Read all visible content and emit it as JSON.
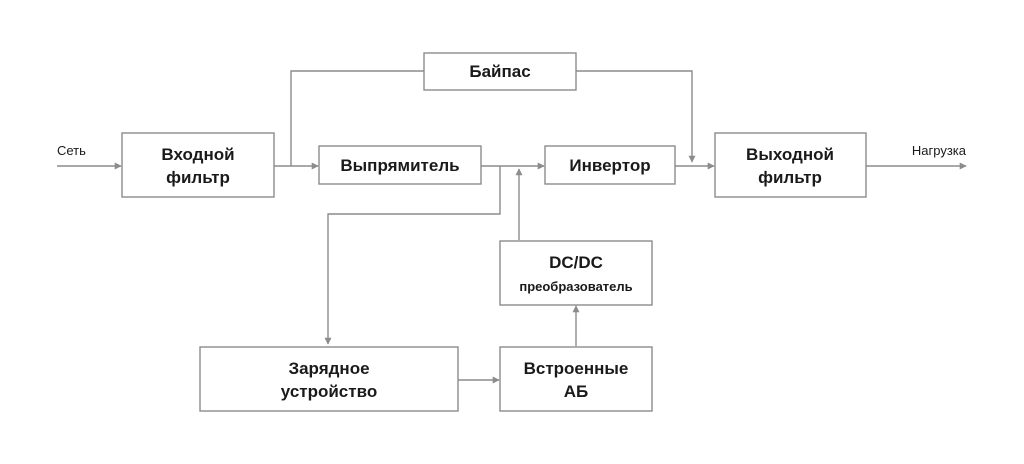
{
  "external": {
    "input": "Сеть",
    "output": "Нагрузка"
  },
  "blocks": {
    "input_filter": {
      "line1": "Входной",
      "line2": "фильтр"
    },
    "bypass": {
      "label": "Байпас"
    },
    "rectifier": {
      "label": "Выпрямитель"
    },
    "inverter": {
      "label": "Инвертор"
    },
    "output_filter": {
      "line1": "Выходной",
      "line2": "фильтр"
    },
    "dcdc": {
      "line1": "DC/DC",
      "line2": "преобразователь"
    },
    "charger": {
      "line1": "Зарядное",
      "line2": "устройство"
    },
    "battery": {
      "line1": "Встроенные",
      "line2": "АБ"
    }
  },
  "colors": {
    "line": "#8c8c8c",
    "text": "#1a1a1a",
    "background": "#ffffff"
  }
}
